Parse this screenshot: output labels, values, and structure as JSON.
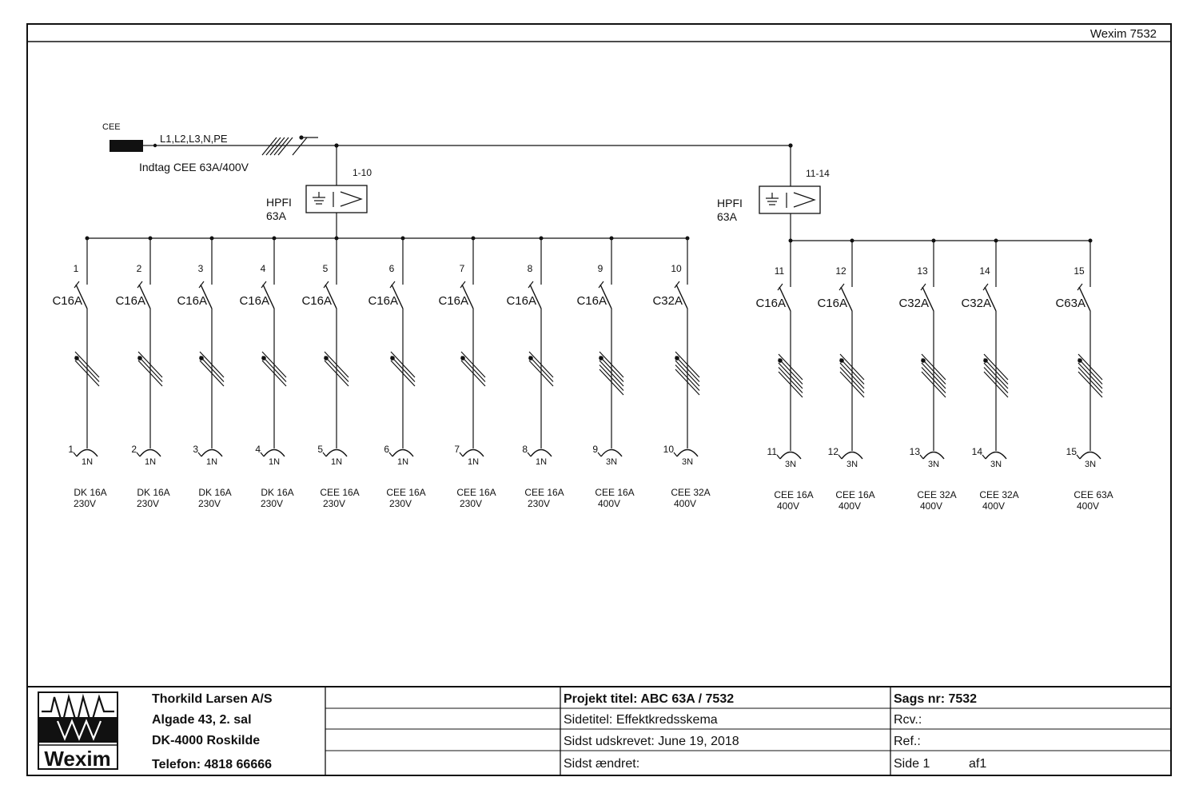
{
  "header": {
    "doc_id": "Wexim 7532"
  },
  "supply": {
    "connector_label": "CEE",
    "conductors": "L1,L2,L3,N,PE",
    "incoming": "Indtag CEE 63A/400V"
  },
  "rcds": [
    {
      "type": "HPFI",
      "rating": "63A",
      "range": "1-10"
    },
    {
      "type": "HPFI",
      "rating": "63A",
      "range": "11-14"
    }
  ],
  "circuits": [
    {
      "num": "1",
      "breaker": "C16A",
      "outlet": "1N",
      "load": "DK 16A",
      "voltage": "230V",
      "conductors": 3
    },
    {
      "num": "2",
      "breaker": "C16A",
      "outlet": "1N",
      "load": "DK 16A",
      "voltage": "230V",
      "conductors": 3
    },
    {
      "num": "3",
      "breaker": "C16A",
      "outlet": "1N",
      "load": "DK 16A",
      "voltage": "230V",
      "conductors": 3
    },
    {
      "num": "4",
      "breaker": "C16A",
      "outlet": "1N",
      "load": "DK 16A",
      "voltage": "230V",
      "conductors": 3
    },
    {
      "num": "5",
      "breaker": "C16A",
      "outlet": "1N",
      "load": "CEE 16A",
      "voltage": "230V",
      "conductors": 3
    },
    {
      "num": "6",
      "breaker": "C16A",
      "outlet": "1N",
      "load": "CEE 16A",
      "voltage": "230V",
      "conductors": 3
    },
    {
      "num": "7",
      "breaker": "C16A",
      "outlet": "1N",
      "load": "CEE 16A",
      "voltage": "230V",
      "conductors": 3
    },
    {
      "num": "8",
      "breaker": "C16A",
      "outlet": "1N",
      "load": "CEE 16A",
      "voltage": "230V",
      "conductors": 3
    },
    {
      "num": "9",
      "breaker": "C16A",
      "outlet": "3N",
      "load": "CEE 16A",
      "voltage": "400V",
      "conductors": 5
    },
    {
      "num": "10",
      "breaker": "C32A",
      "outlet": "3N",
      "load": "CEE 32A",
      "voltage": "400V",
      "conductors": 5
    },
    {
      "num": "11",
      "breaker": "C16A",
      "outlet": "3N",
      "load": "CEE 16A",
      "voltage": "400V",
      "conductors": 5
    },
    {
      "num": "12",
      "breaker": "C16A",
      "outlet": "3N",
      "load": "CEE 16A",
      "voltage": "400V",
      "conductors": 5
    },
    {
      "num": "13",
      "breaker": "C32A",
      "outlet": "3N",
      "load": "CEE 32A",
      "voltage": "400V",
      "conductors": 5
    },
    {
      "num": "14",
      "breaker": "C32A",
      "outlet": "3N",
      "load": "CEE 32A",
      "voltage": "400V",
      "conductors": 5
    },
    {
      "num": "15",
      "breaker": "C63A",
      "outlet": "3N",
      "load": "CEE 63A",
      "voltage": "400V",
      "conductors": 5
    }
  ],
  "title_block": {
    "logo_text": "Wexim",
    "company": {
      "name": "Thorkild Larsen A/S",
      "address": "Algade 43, 2. sal",
      "city": "DK-4000 Roskilde",
      "phone": "Telefon: 4818 66666"
    },
    "project_title": "Projekt titel: ABC 63A / 7532",
    "page_title": "Sidetitel: Effektkredsskema",
    "printed": "Sidst udskrevet: June 19, 2018",
    "changed": "Sidst ændret:",
    "case_no": "Sags nr: 7532",
    "rcv": "Rcv.:",
    "ref": "Ref.:",
    "page": "Side 1",
    "page_of": "af1"
  }
}
